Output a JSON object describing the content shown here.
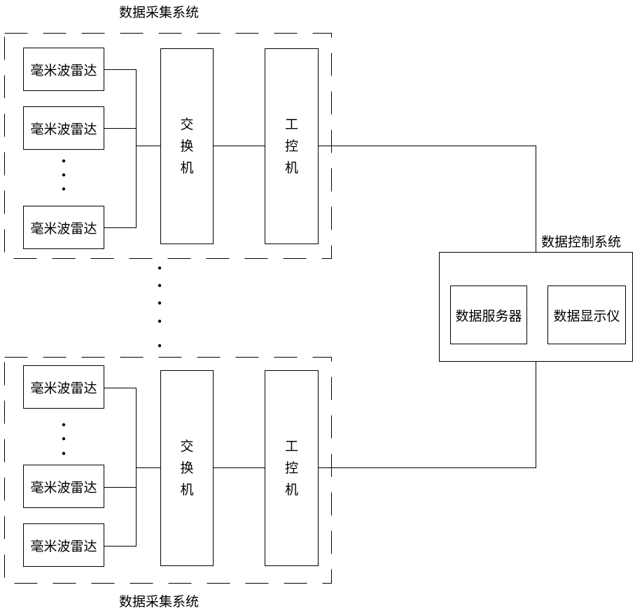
{
  "top_group": {
    "title": "数据采集系统",
    "radars": [
      "毫米波雷达",
      "毫米波雷达",
      "毫米波雷达"
    ],
    "switch": "交换机",
    "ipc": "工控机"
  },
  "bottom_group": {
    "title": "数据采集系统",
    "radars": [
      "毫米波雷达",
      "毫米波雷达",
      "毫米波雷达"
    ],
    "switch": "交换机",
    "ipc": "工控机"
  },
  "control_system": {
    "title": "数据控制系统",
    "server": "数据服务器",
    "display": "数据显示仪"
  }
}
